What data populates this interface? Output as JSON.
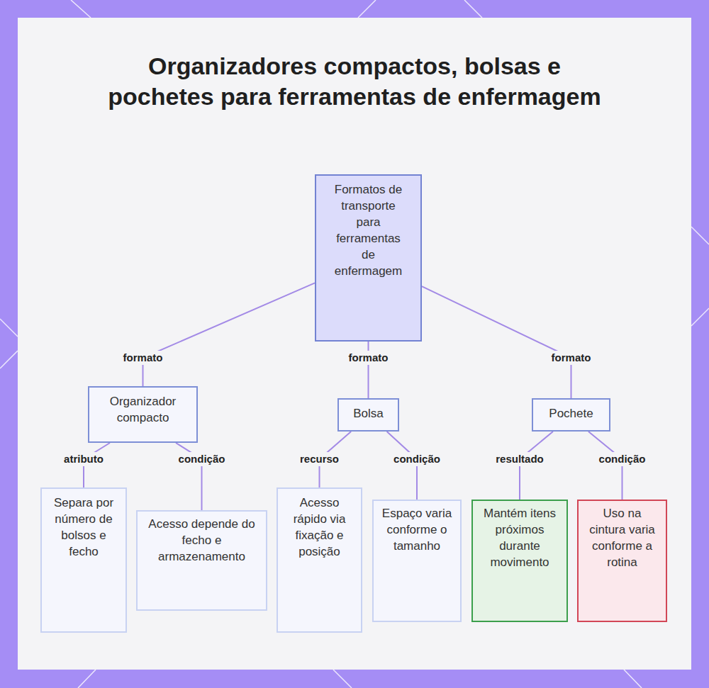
{
  "diagram": {
    "title": "Organizadores compactos, bolsas e pochetes para ferramentas de enfermagem",
    "nodes": [
      {
        "text": [
          "Formatos de transporte para ferramentas de enfermagem"
        ]
      },
      {
        "text": [
          "Organizador compacto"
        ]
      },
      {
        "text": [
          "Bolsa"
        ]
      },
      {
        "text": [
          "Pochete"
        ]
      },
      {
        "text": [
          "Separa por número de bolsos e fecho"
        ]
      },
      {
        "text": [
          "Acesso depende do fecho e armazenamento"
        ]
      },
      {
        "text": [
          "Acesso rápido via fixação e posição"
        ]
      },
      {
        "text": [
          "Espaço varia conforme o tamanho"
        ]
      },
      {
        "text": [
          "Mantém itens próximos durante movimento"
        ]
      },
      {
        "text": [
          "Uso na cintura varia conforme a rotina"
        ]
      }
    ],
    "edges": [
      {
        "from": 0,
        "to": 1,
        "label": "formato",
        "arrow": "none"
      },
      {
        "from": 0,
        "to": 2,
        "label": "formato",
        "arrow": "none"
      },
      {
        "from": 0,
        "to": 3,
        "label": "formato",
        "arrow": "none"
      },
      {
        "from": 1,
        "to": 4,
        "label": "atributo",
        "arrow": "none"
      },
      {
        "from": 1,
        "to": 5,
        "label": "condição",
        "arrow": "none"
      },
      {
        "from": 2,
        "to": 6,
        "label": "recurso",
        "arrow": "none"
      },
      {
        "from": 2,
        "to": 7,
        "label": "condição",
        "arrow": "none"
      },
      {
        "from": 3,
        "to": 8,
        "label": "resultado",
        "arrow": "none"
      },
      {
        "from": 3,
        "to": 9,
        "label": "condição",
        "arrow": "none"
      }
    ]
  }
}
